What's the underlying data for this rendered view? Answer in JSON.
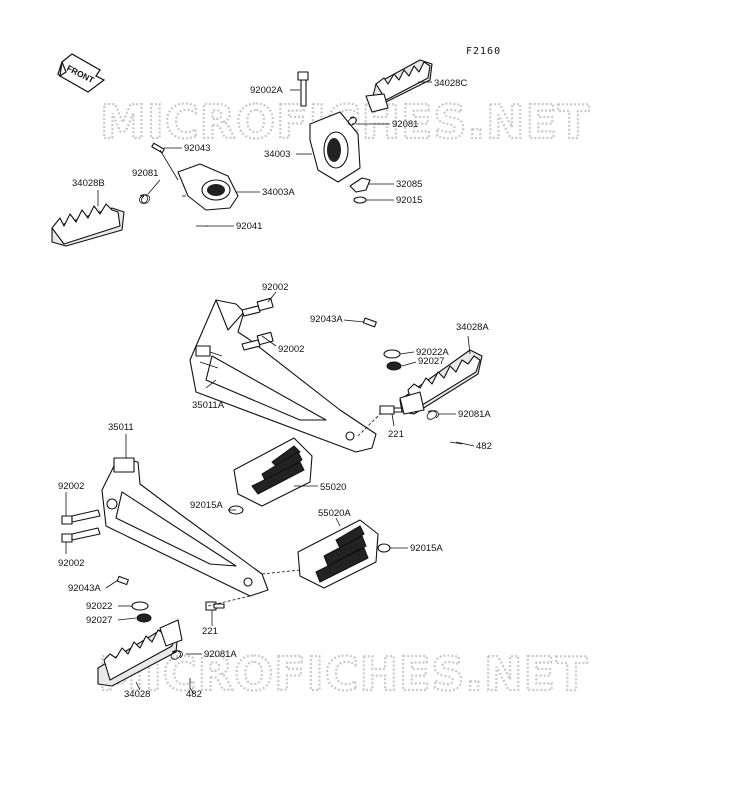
{
  "diagram_code": "F2160",
  "front_label": "FRONT",
  "watermark": "MICROFICHES.NET",
  "parts": {
    "p92002A": "92002A",
    "p34028C": "34028C",
    "p92081": "92081",
    "p34003": "34003",
    "p32085": "32085",
    "p92015": "92015",
    "p92043": "92043",
    "p34028B": "34028B",
    "p92081b": "92081",
    "p34003A": "34003A",
    "p92041": "92041",
    "p92002a": "92002",
    "p92002b": "92002",
    "p92043A": "92043A",
    "p34028A": "34028A",
    "p92022A": "92022A",
    "p92027": "92027",
    "p35011A": "35011A",
    "p221a": "221",
    "p92081A": "92081A",
    "p482a": "482",
    "p35011": "35011",
    "p55020": "55020",
    "p92015A": "92015A",
    "p92002c": "92002",
    "p92002d": "92002",
    "p55020A": "55020A",
    "p92015Ab": "92015A",
    "p92043Ab": "92043A",
    "p92022": "92022",
    "p92027b": "92027",
    "p221b": "221",
    "p92081Ab": "92081A",
    "p34028": "34028",
    "p482b": "482"
  }
}
